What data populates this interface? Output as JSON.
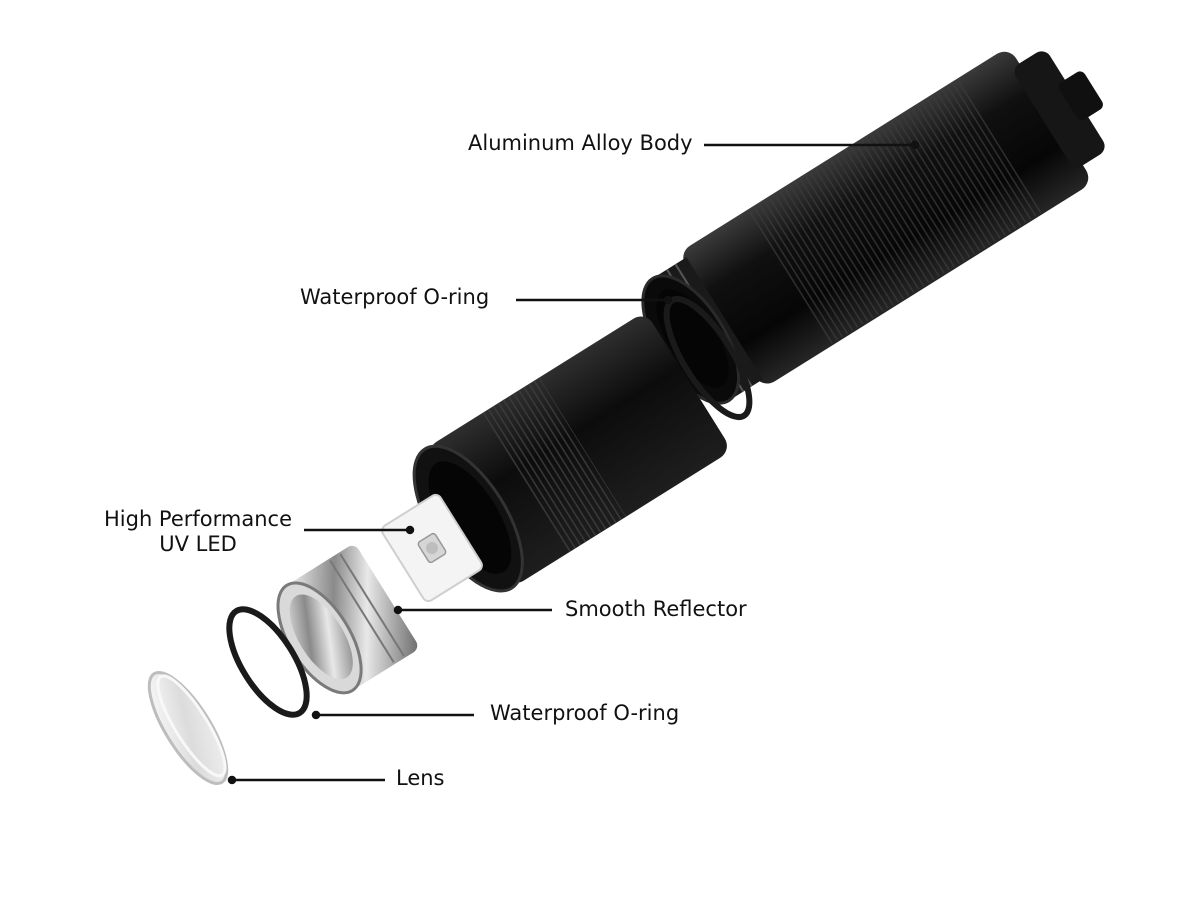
{
  "labels": {
    "body": "Aluminum Alloy Body",
    "oring_top": "Waterproof O-ring",
    "led_line1": "High Performance",
    "led_line2": "UV LED",
    "reflector": "Smooth Reflector",
    "oring_bottom": "Waterproof O-ring",
    "lens": "Lens"
  },
  "colors": {
    "background": "#ffffff",
    "anodized_black": "#141414",
    "leader_line": "#111111",
    "chrome": "#c8c8c8",
    "lens_glass": "#e6e6e6"
  }
}
